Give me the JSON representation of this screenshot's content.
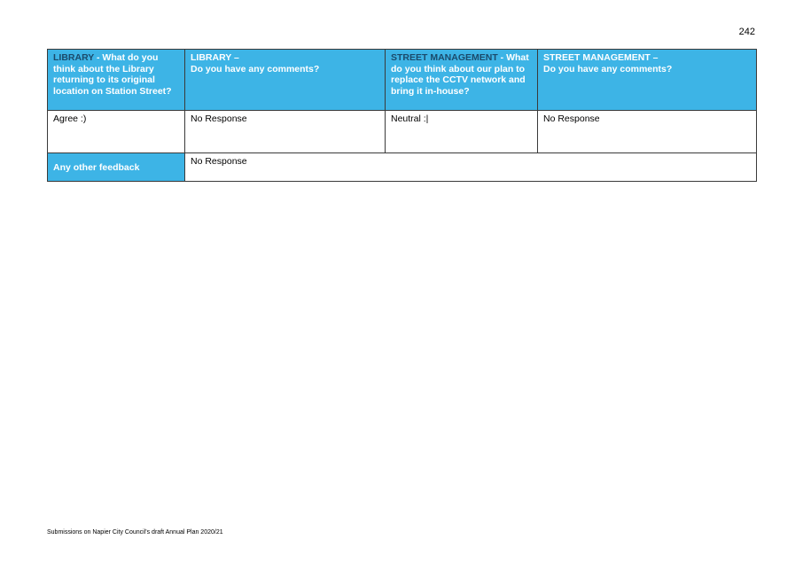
{
  "page_number": "242",
  "table": {
    "headers": [
      {
        "lead": "LIBRARY",
        "rest": " - What do you think about the Library returning to its original location on Station Street?"
      },
      {
        "lead": "LIBRARY –",
        "rest": "Do you have any comments?"
      },
      {
        "lead": "STREET MANAGEMENT",
        "rest": " - What do you think about our plan to replace the CCTV network and bring it in-house?"
      },
      {
        "lead": "STREET MANAGEMENT –",
        "rest": "Do you have any comments?"
      }
    ],
    "answers": [
      "Agree :)",
      "No Response",
      "Neutral :|",
      "No Response"
    ],
    "feedback_label": "Any other feedback",
    "feedback_value": "No Response"
  },
  "footer": "Submissions on Napier City Council's draft Annual Plan 2020/21",
  "colors": {
    "header_bg": "#3db4e6",
    "header_text": "#ffffff",
    "header_lead": "#1b4a6b",
    "border": "#3a3a3a"
  }
}
